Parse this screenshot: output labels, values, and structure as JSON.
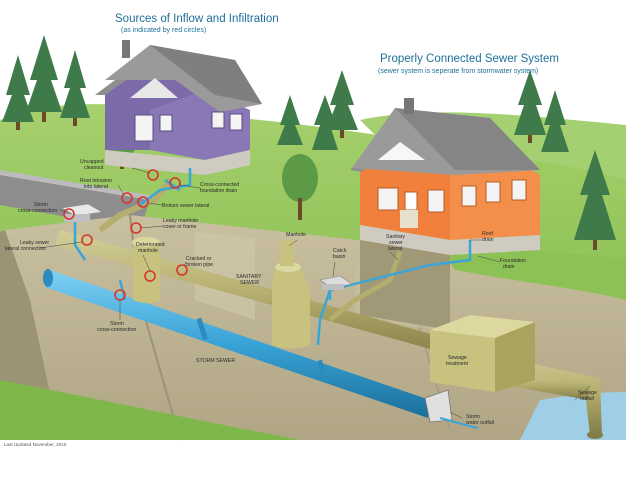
{
  "titles": {
    "left_title": "Sources of Inflow and Infiltration",
    "left_sub": "(as indicated by red circles)",
    "right_title": "Properly Connected Sewer System",
    "right_sub": "(sewer system is seperate from stormwater system)"
  },
  "footer": "Last Updated November, 2010",
  "labels": {
    "uncapped_cleanout_1": "Uncapped",
    "uncapped_cleanout_2": "cleanout",
    "root_intrusion_1": "Root intrusion",
    "root_intrusion_2": "into lateral",
    "cross_connected_1": "Cross-connected",
    "cross_connected_2": "foundation drain",
    "storm_cross_1": "Storm",
    "storm_cross_2": "cross-connection",
    "broken_lateral": "Broken sewer lateral",
    "leaky_manhole_1": "Leaky manhole",
    "leaky_manhole_2": "cover or frame",
    "leaky_lateral_1": "Leaky sewer",
    "leaky_lateral_2": "lateral connection",
    "deteriorated_1": "Deteriorated",
    "deteriorated_2": "manhole",
    "cracked_1": "Cracked or",
    "cracked_2": "broken pipe",
    "sanitary_sewer_1": "SANITARY",
    "sanitary_sewer_2": "SEWER",
    "manhole": "Manhole",
    "catch_basin_1": "Catch",
    "catch_basin_2": "basin",
    "sanitary_lateral_1": "Sanitary",
    "sanitary_lateral_2": "sewer",
    "sanitary_lateral_3": "lateral",
    "roof_drain_1": "Roof",
    "roof_drain_2": "drain",
    "foundation_drain_1": "Foundation",
    "foundation_drain_2": "drain",
    "storm_cross_lower_1": "Storm",
    "storm_cross_lower_2": "cross-connection",
    "storm_sewer": "STORM SEWER",
    "sewage_treatment_1": "Sewage",
    "sewage_treatment_2": "treatment",
    "storm_outfall_1": "Storm",
    "storm_outfall_2": "water outfall",
    "sewage_outfall_1": "Sewage",
    "sewage_outfall_2": "outfall"
  },
  "colors": {
    "pipe_blue": "#3aa6d8",
    "sewer_olive": "#b3ad6e",
    "problem_red": "#d6362e",
    "title_blue": "#1f6f9a",
    "house_left": "#7d6aa8",
    "house_right": "#f0803c",
    "grass": "#8cc255"
  }
}
